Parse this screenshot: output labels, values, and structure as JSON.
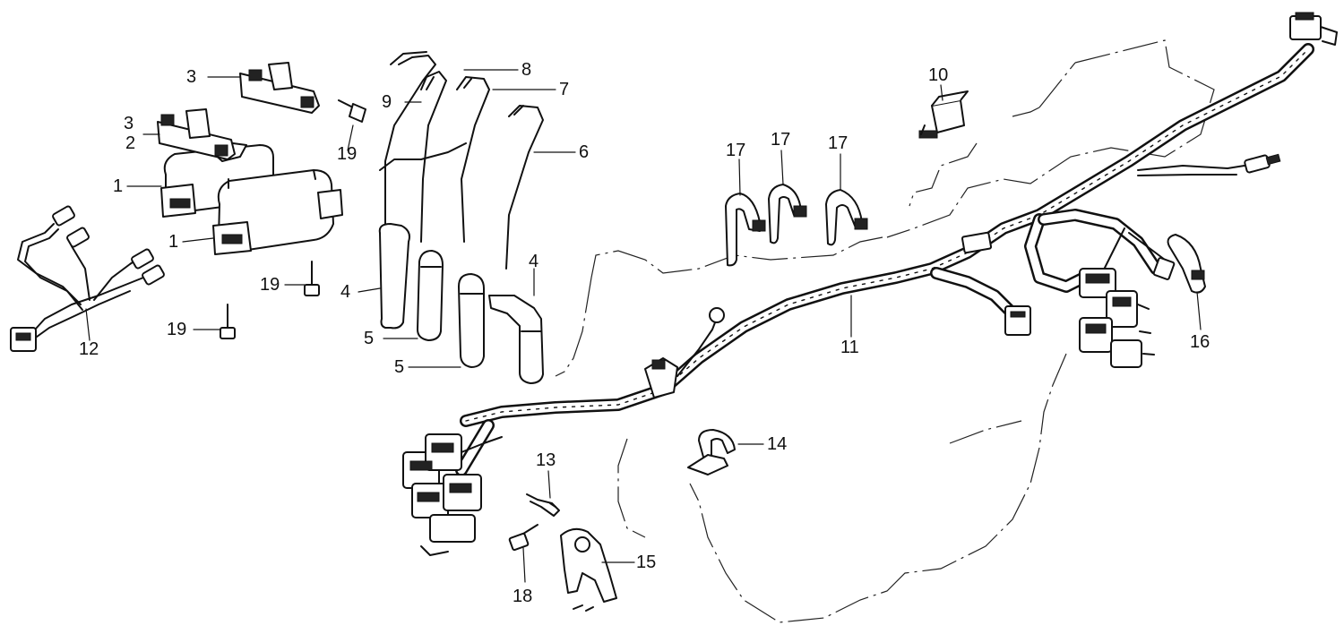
{
  "diagram": {
    "background": "#ffffff",
    "ink": "#111111",
    "callouts": [
      {
        "id": "c3a",
        "label": "3"
      },
      {
        "id": "c3b",
        "label": "3"
      },
      {
        "id": "c2",
        "label": "2"
      },
      {
        "id": "c1a",
        "label": "1"
      },
      {
        "id": "c1b",
        "label": "1"
      },
      {
        "id": "c19a",
        "label": "19"
      },
      {
        "id": "c19b",
        "label": "19"
      },
      {
        "id": "c19c",
        "label": "19"
      },
      {
        "id": "c12",
        "label": "12"
      },
      {
        "id": "c9",
        "label": "9"
      },
      {
        "id": "c8",
        "label": "8"
      },
      {
        "id": "c7",
        "label": "7"
      },
      {
        "id": "c6",
        "label": "6"
      },
      {
        "id": "c4a",
        "label": "4"
      },
      {
        "id": "c4b",
        "label": "4"
      },
      {
        "id": "c5a",
        "label": "5"
      },
      {
        "id": "c5b",
        "label": "5"
      },
      {
        "id": "c17a",
        "label": "17"
      },
      {
        "id": "c17b",
        "label": "17"
      },
      {
        "id": "c17c",
        "label": "17"
      },
      {
        "id": "c10",
        "label": "10"
      },
      {
        "id": "c11",
        "label": "11"
      },
      {
        "id": "c16",
        "label": "16"
      },
      {
        "id": "c14",
        "label": "14"
      },
      {
        "id": "c13",
        "label": "13"
      },
      {
        "id": "c15",
        "label": "15"
      },
      {
        "id": "c18",
        "label": "18"
      }
    ]
  }
}
